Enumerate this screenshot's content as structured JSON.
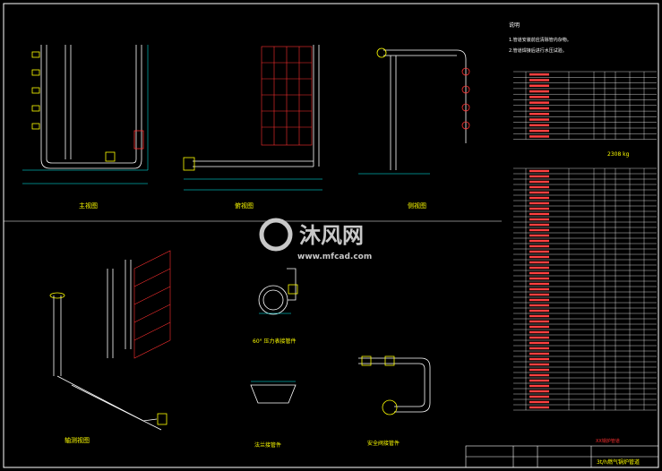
{
  "views": {
    "front": "主视图",
    "top": "俯视图",
    "side": "侧视图",
    "iso": "轴测视图",
    "gauge": "60° 压力表接管件",
    "flange": "法兰接管件",
    "valve": "安全阀接管件"
  },
  "notes": {
    "title": "说明",
    "lines": [
      "1.管道安装前应清除管内杂物。",
      "2.管道焊接后进行水压试验。"
    ]
  },
  "weight": {
    "value": "2308 kg"
  },
  "title_block": {
    "project": "XX锅炉管道",
    "name": "3t/h燃气锅炉管道"
  },
  "watermark": {
    "logo": "沐风网",
    "url": "www.mfcad.com"
  }
}
